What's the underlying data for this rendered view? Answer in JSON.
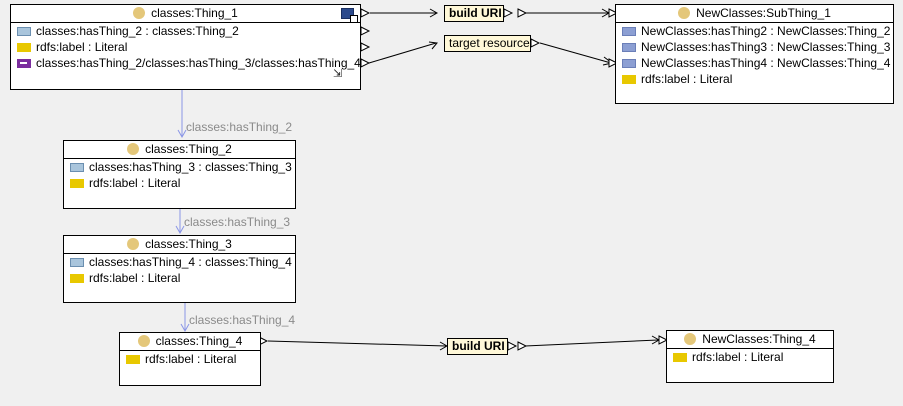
{
  "source": {
    "thing1": {
      "title": "classes:Thing_1",
      "rows": [
        {
          "text": "classes:hasThing_2 : classes:Thing_2",
          "icon": "object-property-icon"
        },
        {
          "text": "rdfs:label : Literal",
          "icon": "literal-property-icon"
        },
        {
          "text": "classes:hasThing_2/classes:hasThing_3/classes:hasThing_4",
          "icon": "property-chain-icon"
        }
      ]
    },
    "thing2": {
      "title": "classes:Thing_2",
      "rows": [
        {
          "text": "classes:hasThing_3 : classes:Thing_3",
          "icon": "object-property-icon"
        },
        {
          "text": "rdfs:label : Literal",
          "icon": "literal-property-icon"
        }
      ]
    },
    "thing3": {
      "title": "classes:Thing_3",
      "rows": [
        {
          "text": "classes:hasThing_4 : classes:Thing_4",
          "icon": "object-property-icon"
        },
        {
          "text": "rdfs:label : Literal",
          "icon": "literal-property-icon"
        }
      ]
    },
    "thing4": {
      "title": "classes:Thing_4",
      "rows": [
        {
          "text": "rdfs:label : Literal",
          "icon": "literal-property-icon"
        }
      ]
    }
  },
  "target": {
    "subthing1": {
      "title": "NewClasses:SubThing_1",
      "rows": [
        {
          "text": "NewClasses:hasThing2 : NewClasses:Thing_2",
          "icon": "target-object-property-icon"
        },
        {
          "text": "NewClasses:hasThing3 : NewClasses:Thing_3",
          "icon": "target-object-property-icon"
        },
        {
          "text": "NewClasses:hasThing4 : NewClasses:Thing_4",
          "icon": "target-object-property-icon"
        },
        {
          "text": "rdfs:label : Literal",
          "icon": "literal-property-icon"
        }
      ]
    },
    "thing4": {
      "title": "NewClasses:Thing_4",
      "rows": [
        {
          "text": "rdfs:label : Literal",
          "icon": "literal-property-icon"
        }
      ]
    }
  },
  "transforms": {
    "build_uri_1": "build URI",
    "target_resource": "target resource",
    "build_uri_2": "build URI"
  },
  "edge_labels": {
    "e1": "classes:hasThing_2",
    "e2": "classes:hasThing_3",
    "e3": "classes:hasThing_4"
  },
  "colors": {
    "class_icon": "#e4c77a",
    "literal_icon": "#e8c800",
    "object_icon": "#a9c5dc",
    "target_object_icon": "#8c9fd3",
    "chain_icon": "#7b2d9e",
    "transform_bg": "#fff8d8",
    "edge_blue": "#8a96e6",
    "canvas": "#f0f0f0"
  }
}
